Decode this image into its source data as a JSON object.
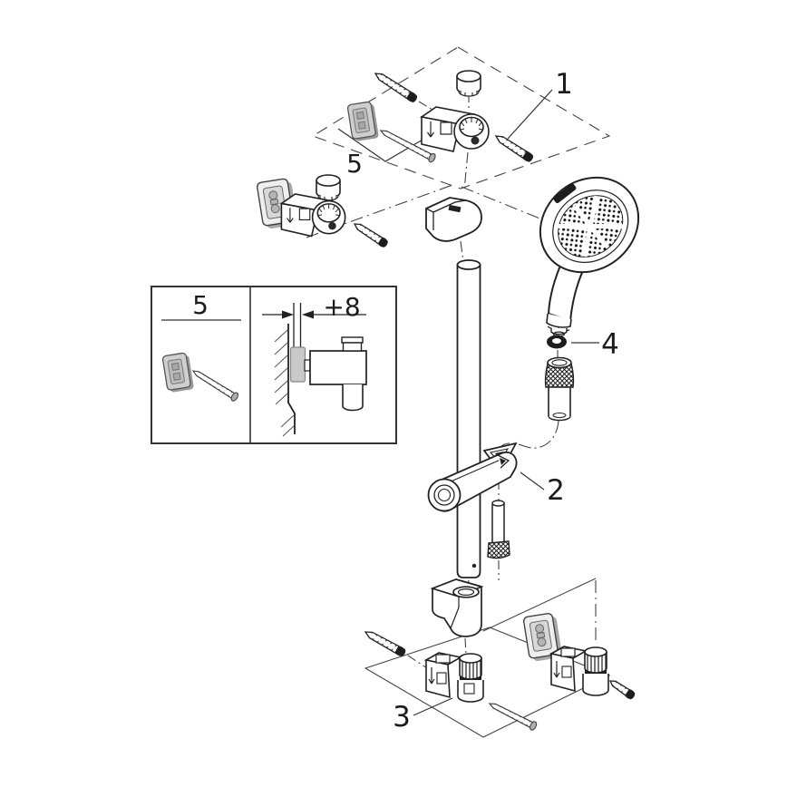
{
  "meta": {
    "description": "Exploded parts / installation diagram of a wall-mounted shower rail set with hand shower"
  },
  "labels": {
    "part1": "1",
    "part2": "2",
    "part3": "3",
    "part4": "4",
    "part5": "5"
  },
  "inset": {
    "part_label": "5",
    "dimension_label": "+8"
  },
  "colors": {
    "line": "#222222",
    "construction": "#444444",
    "background": "#ffffff",
    "plug_gray": "#cfcfcf",
    "dark_fill": "#1d1d1d"
  }
}
